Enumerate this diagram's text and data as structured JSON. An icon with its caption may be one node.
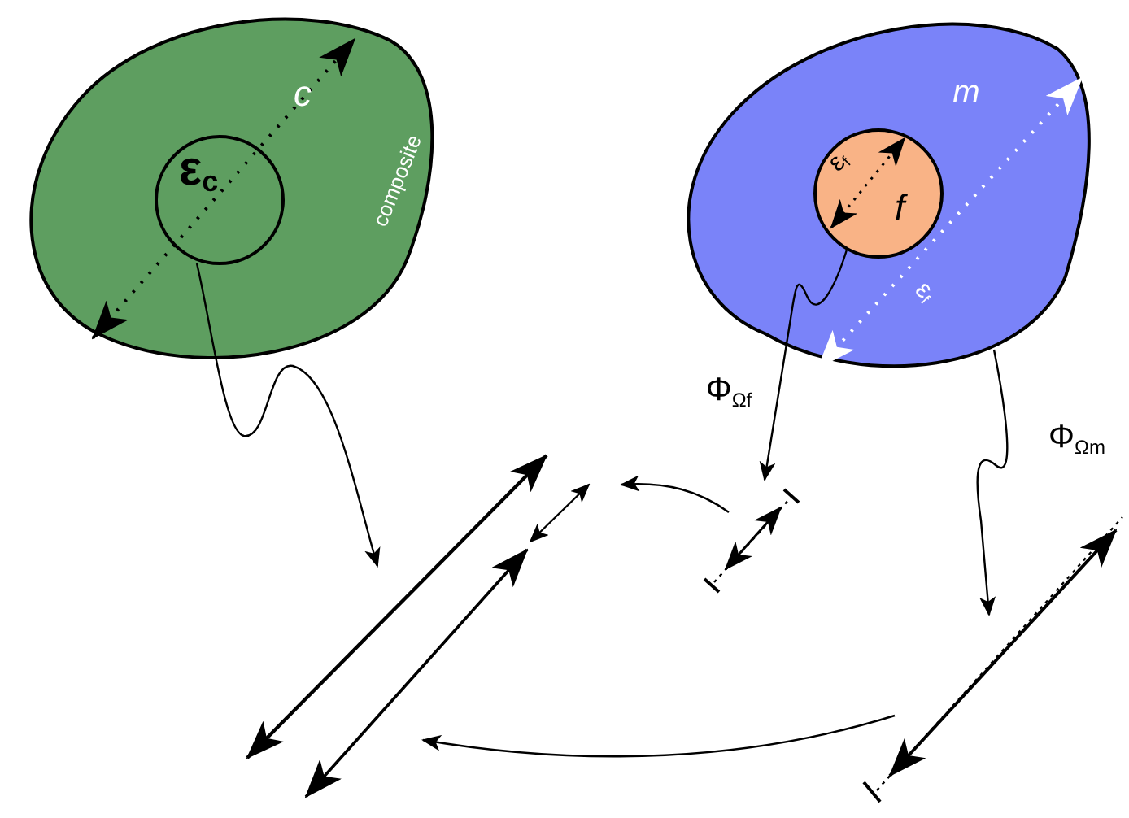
{
  "diagram": {
    "nodes": [
      {
        "text": [
          "composite",
          "c"
        ]
      },
      {
        "text": [
          "ε$_{c}$"
        ],
        "in": 0
      },
      {
        "text": [
          "m",
          "ε$_{f}$"
        ]
      },
      {
        "text": [
          "ε$_{f}$",
          "f"
        ],
        "in": 2
      },
      {
        "text": [],
        "shape": "picture"
      },
      {
        "text": [],
        "shape": "picture"
      },
      {
        "text": [],
        "shape": "picture"
      }
    ],
    "edges": [
      {
        "from": 1,
        "to": 4,
        "arrow": "to"
      },
      {
        "from": 3,
        "to": 5,
        "arrow": "to",
        "label": "Φ$_{Ωf}$"
      },
      {
        "from": 2,
        "to": 6,
        "arrow": "to",
        "label": "Φ$_{Ωm}$"
      },
      {
        "from": 5,
        "to": 4,
        "arrow": "to"
      },
      {
        "from": 6,
        "to": 4,
        "arrow": "to"
      }
    ]
  }
}
